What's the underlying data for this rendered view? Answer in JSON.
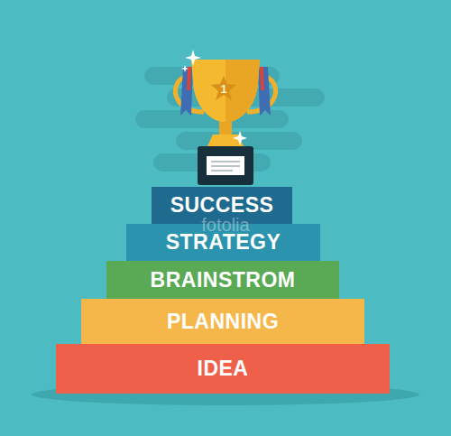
{
  "diagram": {
    "nodes": [
      {
        "text": [
          "SUCCESS"
        ]
      },
      {
        "text": [
          "STRATEGY"
        ]
      },
      {
        "text": [
          "BRAINSTROM"
        ]
      },
      {
        "text": [
          "PLANNING"
        ]
      },
      {
        "text": [
          "IDEA"
        ]
      }
    ],
    "labels": [
      "1",
      "fotolia"
    ]
  }
}
